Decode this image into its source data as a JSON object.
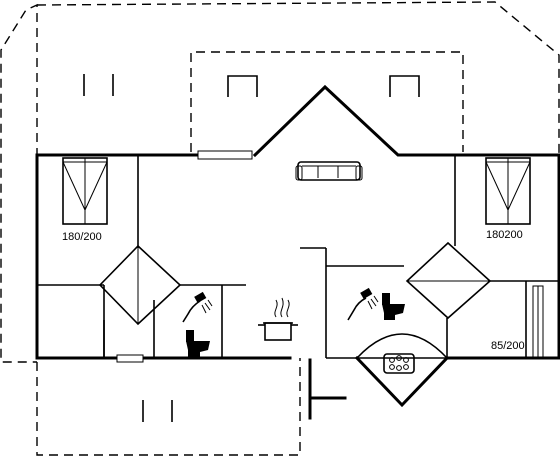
{
  "bedrooms": [
    {
      "label": "180/200"
    },
    {
      "label": "180200"
    },
    {
      "label": "85/200"
    }
  ],
  "icons": {
    "sofa": "sofa-icon",
    "kitchen": "cooking-pot-icon",
    "shower": "shower-icon",
    "toilet": "toilet-icon",
    "spa": "whirlpool-icon"
  },
  "colors": {
    "line": "#000000",
    "background": "#ffffff"
  }
}
